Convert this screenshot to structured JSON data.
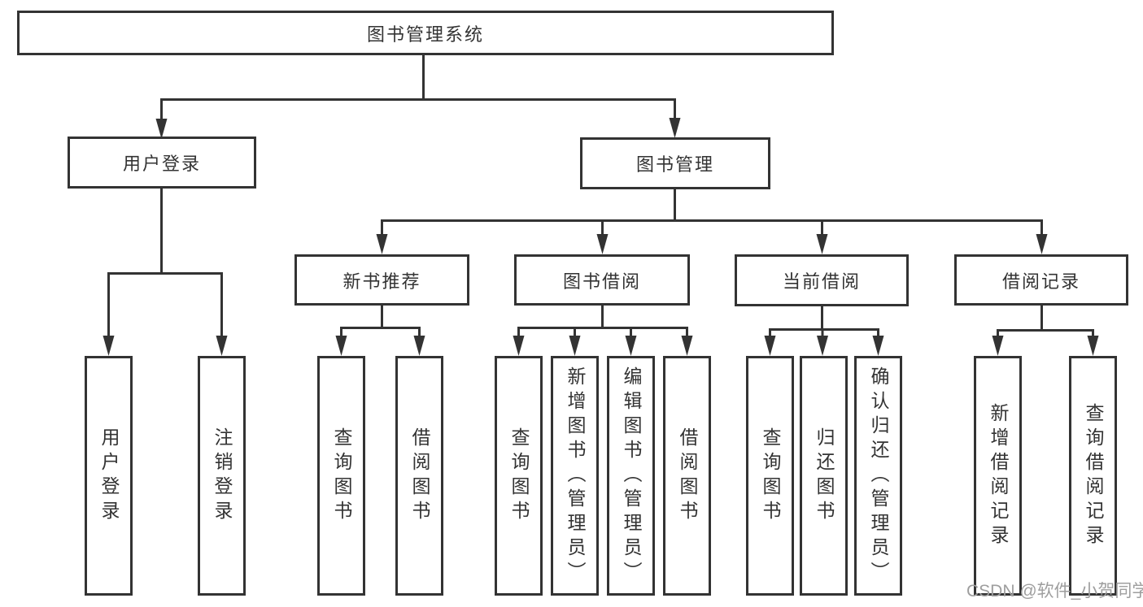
{
  "diagram": {
    "title": "图书管理系统",
    "nodes": {
      "root": "图书管理系统",
      "level2": [
        "用户登录",
        "图书管理"
      ],
      "level3": [
        "新书推荐",
        "图书借阅",
        "当前借阅",
        "借阅记录"
      ],
      "leaves_login": [
        "用户登录",
        "注销登录"
      ],
      "leaves_recommend": [
        "查询图书",
        "借阅图书"
      ],
      "leaves_borrow": [
        "查询图书",
        "新增图书（管理员）",
        "编辑图书（管理员）",
        "借阅图书"
      ],
      "leaves_current": [
        "查询图书",
        "归还图书",
        "确认归还（管理员）"
      ],
      "leaves_records": [
        "新增借阅记录",
        "查询借阅记录"
      ]
    },
    "hierarchy": {
      "图书管理系统": {
        "用户登录": [
          "用户登录",
          "注销登录"
        ],
        "图书管理": {
          "新书推荐": [
            "查询图书",
            "借阅图书"
          ],
          "图书借阅": [
            "查询图书",
            "新增图书（管理员）",
            "编辑图书（管理员）",
            "借阅图书"
          ],
          "当前借阅": [
            "查询图书",
            "归还图书",
            "确认归还（管理员）"
          ],
          "借阅记录": [
            "新增借阅记录",
            "查询借阅记录"
          ]
        }
      }
    },
    "colors": {
      "line": "#333333",
      "border": "#333333",
      "text": "#333333",
      "background": "#ffffff"
    }
  },
  "watermark": {
    "text": "CSDN @软件_小贺同学",
    "color": "#9e9e9e"
  }
}
